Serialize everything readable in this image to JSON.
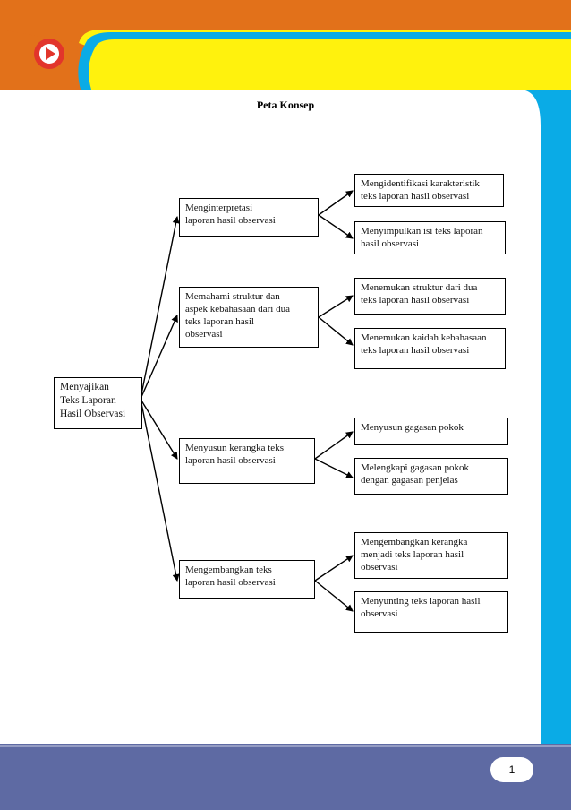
{
  "header": {
    "play_icon": "play-icon",
    "colors": {
      "orange": "#e2711a",
      "yellow": "#fff20d",
      "blue": "#0aabe6",
      "footer": "#5e6aa3",
      "icon_red": "#e2352b"
    }
  },
  "title": "Peta Konsep",
  "root": "Menyajikan Teks Laporan Hasil Observasi",
  "root_lines": [
    "Menyajikan",
    "Teks Laporan",
    "Hasil Observasi"
  ],
  "branches": [
    {
      "lines": [
        "Menginterpretasi",
        "laporan hasil observasi"
      ],
      "children": [
        [
          "Mengidentifikasi karakteristik",
          "teks laporan hasil observasi"
        ],
        [
          "Menyimpulkan isi teks laporan",
          "hasil observasi"
        ]
      ]
    },
    {
      "lines": [
        "Memahami struktur dan",
        "aspek kebahasaan dari dua",
        "teks laporan hasil",
        "observasi"
      ],
      "children": [
        [
          "Menemukan struktur dari dua",
          "teks laporan hasil observasi"
        ],
        [
          "Menemukan kaidah kebahasaan",
          "teks laporan hasil observasi"
        ]
      ]
    },
    {
      "lines": [
        "Menyusun kerangka teks",
        "laporan hasil observasi"
      ],
      "children": [
        [
          "Menyusun gagasan pokok"
        ],
        [
          "Melengkapi gagasan pokok",
          "dengan gagasan penjelas"
        ]
      ]
    },
    {
      "lines": [
        "Mengembangkan teks",
        "laporan hasil observasi"
      ],
      "children": [
        [
          "Mengembangkan kerangka",
          "menjadi teks laporan hasil",
          "observasi"
        ],
        [
          "Menyunting teks laporan hasil",
          "observasi"
        ]
      ]
    }
  ],
  "page_number": "1"
}
